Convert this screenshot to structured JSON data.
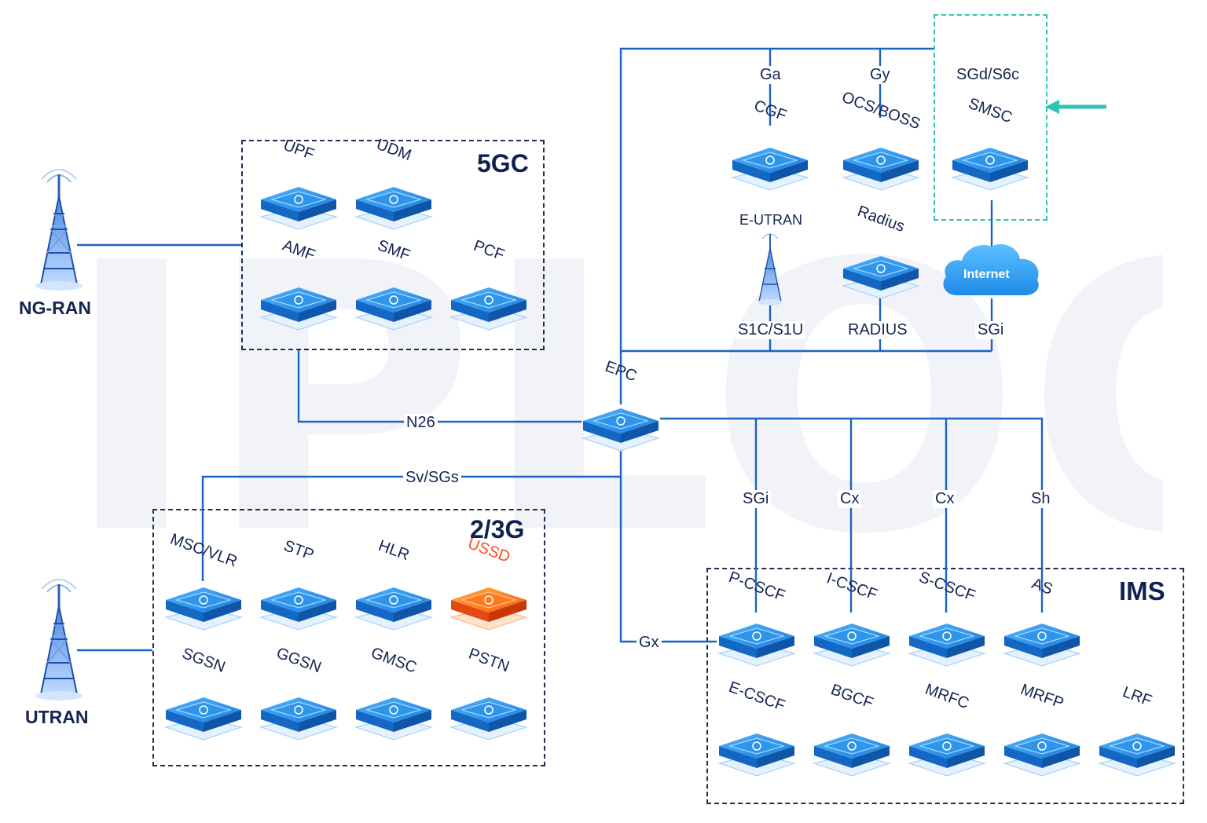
{
  "watermark": "IPLOOK",
  "colors": {
    "line": "#1a63c7",
    "chip_top": "#2a8ee6",
    "chip_side": "#1167c4",
    "usd_top": "#ff8a1c",
    "teal": "#32c2b3",
    "text": "#142552"
  },
  "groups": {
    "fivegc": "5GC",
    "twothreeg": "2/3G",
    "ims": "IMS"
  },
  "access": {
    "ngran": "NG-RAN",
    "utran": "UTRAN",
    "eutran": "E-UTRAN"
  },
  "nodes": {
    "upf": "UPF",
    "udm": "UDM",
    "amf": "AMF",
    "smf": "SMF",
    "pcf": "PCF",
    "ccf": "CGF",
    "ocs": "OCS/BOSS",
    "smsc": "SMSC",
    "radius": "Radius",
    "epc": "EPC",
    "msc": "MSC/VLR",
    "stp": "STP",
    "hlr": "HLR",
    "ussd": "USSD",
    "sgsn": "SGSN",
    "ggsn": "GGSN",
    "gmsc": "GMSC",
    "pstn": "PSTN",
    "pcscf": "P-CSCF",
    "icscf": "I-CSCF",
    "scscf": "S-CSCF",
    "as": "AS",
    "ecscf": "E-CSCF",
    "bgcf": "BGCF",
    "mrfc": "MRFC",
    "mrfp": "MRFP",
    "lrf": "LRF"
  },
  "interfaces": {
    "ga": "Ga",
    "gy": "Gy",
    "sgd": "SGd/S6c",
    "s1": "S1C/S1U",
    "radius_if": "RADIUS",
    "sgi_top": "SGi",
    "n26": "N26",
    "svsgs": "Sv/SGs",
    "gx": "Gx",
    "sgi_ims": "SGi",
    "cx1": "Cx",
    "cx2": "Cx",
    "sh": "Sh"
  },
  "cloud": {
    "label": "Internet"
  },
  "icons": {
    "tower": "cell-tower-icon",
    "cloud": "cloud-icon",
    "arrow": "arrow-left-icon",
    "chip": "network-function-chip-icon"
  }
}
